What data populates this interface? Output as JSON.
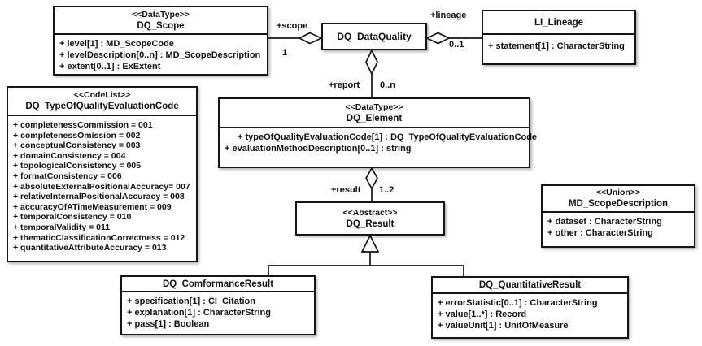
{
  "diagram": {
    "type": "uml-class-diagram",
    "colors": {
      "line": "#151515",
      "background": "#ffffff",
      "box_fill": "#ffffff"
    },
    "classes": {
      "dq_scope": {
        "stereotype": "<<DataType>>",
        "name": "DQ_Scope",
        "attributes": [
          "+ level[1] : MD_ScopeCode",
          "+ levelDescription[0..n] : MD_ScopeDescription",
          "+ extent[0..1] : ExExtent"
        ]
      },
      "dq_dataquality": {
        "name": "DQ_DataQuality"
      },
      "li_lineage": {
        "name": "LI_Lineage",
        "attributes": [
          "+ statement[1] : CharacterString"
        ]
      },
      "dq_type_of_quality_evaluation_code": {
        "stereotype": "<<CodeList>>",
        "name": "DQ_TypeOfQualityEvaluationCode",
        "attributes": [
          "+ completenessCommission = 001",
          "+ completenessOmission = 002",
          "+ conceptualConsistency = 003",
          "+ domainConsistency = 004",
          "+ topologicalConsistency = 005",
          "+ formatConsistency = 006",
          "+ absoluteExternalPositionalAccuracy= 007",
          "+ relativeInternalPositionalAccuracy = 008",
          "+ accuracyOfATimeMeasurement = 009",
          "+ temporalConsistency = 010",
          "+ temporalValidity = 011",
          "+ thematicClassificationCorrectness = 012",
          "+ quantitativeAttributeAccuracy = 013"
        ]
      },
      "dq_element": {
        "stereotype": "<<DataType>>",
        "name": "DQ_Element",
        "attributes": [
          "+ typeOfQualityEvaluationCode[1] : DQ_TypeOfQualityEvaluationCode",
          "+ evaluationMethodDescription[0..1] : string"
        ]
      },
      "dq_result": {
        "stereotype": "<<Abstract>>",
        "name": "DQ_Result"
      },
      "md_scope_description": {
        "stereotype": "<<Union>>",
        "name": "MD_ScopeDescription",
        "attributes": [
          "+ dataset : CharacterString",
          "+ other : CharacterString"
        ]
      },
      "dq_comformance_result": {
        "name": "DQ_ComformanceResult",
        "attributes": [
          "+ specification[1] : CI_Citation",
          "+ explanation[1] : CharacterString",
          "+ pass[1] : Boolean"
        ]
      },
      "dq_quantitative_result": {
        "name": "DQ_QuantitativeResult",
        "attributes": [
          "+ errorStatistic[0..1] : CharacterString",
          "+ value[1..*] : Record",
          "+ valueUnit[1] : UnitOfMeasure"
        ]
      }
    },
    "connectors": {
      "scope": {
        "role": "+scope",
        "multiplicity": "1"
      },
      "lineage": {
        "role": "+lineage",
        "multiplicity": "0..1"
      },
      "report": {
        "role": "+report",
        "multiplicity": "0..n"
      },
      "result": {
        "role": "+result",
        "multiplicity": "1..2"
      }
    }
  }
}
